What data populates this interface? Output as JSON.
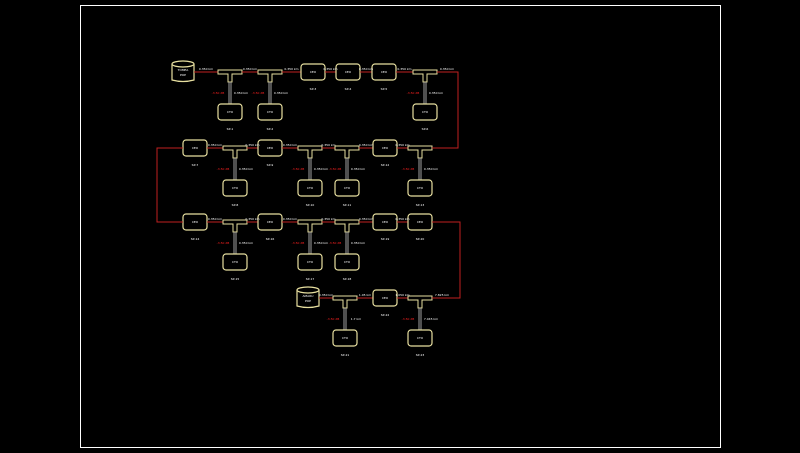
{
  "colors": {
    "background": "#000000",
    "frame": "#ffffff",
    "box": "#e8e0a0",
    "splitter": "#e8e0a0",
    "fiber": "#c02020",
    "drop": "#a0a0a0",
    "label": "#ffffff",
    "loss": "#ff2020"
  },
  "rows": [
    {
      "pop": {
        "name": "TOMEA",
        "sub": "POP"
      },
      "nodes": [
        {
          "type": "splitter",
          "in": "0.350 km",
          "drop_loss": "-3.50 dB",
          "drop_len": "0.350 km",
          "drop_box": "CTO",
          "drop_id": "SP-1"
        },
        {
          "type": "splitter",
          "in": "0.350 km",
          "drop_loss": "-3.50 dB",
          "drop_len": "0.350 km",
          "drop_box": "CTO",
          "drop_id": "SP-2"
        },
        {
          "type": "box",
          "in": "0.350 km",
          "name": "CEO",
          "id": "SP-3"
        },
        {
          "type": "box",
          "in": "0.350 km",
          "name": "CEO",
          "id": "SP-4"
        },
        {
          "type": "box",
          "in": "0.350 km",
          "name": "CEO",
          "id": "SP-5"
        },
        {
          "type": "splitter",
          "in": "0.350 km",
          "drop_loss": "-3.50 dB",
          "drop_len": "0.350 km",
          "drop_box": "CTO",
          "drop_id": "SP-6",
          "out": "0.350 km"
        }
      ]
    },
    {
      "nodes": [
        {
          "type": "box",
          "in": "0.350 km",
          "name": "CEO",
          "id": "SP-7"
        },
        {
          "type": "splitter",
          "in": "0.350 km",
          "drop_loss": "-3.50 dB",
          "drop_len": "0.350 km",
          "drop_box": "CTO",
          "drop_id": "SP-8"
        },
        {
          "type": "box",
          "in": "0.350 km",
          "name": "CEO",
          "id": "SP-9"
        },
        {
          "type": "splitter",
          "in": "0.350 km",
          "drop_loss": "-3.50 dB",
          "drop_len": "0.350 km",
          "drop_box": "CTO",
          "drop_id": "SP-10"
        },
        {
          "type": "splitter",
          "in": "0.350 km",
          "drop_loss": "-3.50 dB",
          "drop_len": "0.350 km",
          "drop_box": "CTO",
          "drop_id": "SP-11"
        },
        {
          "type": "box",
          "in": "0.350 km",
          "name": "CEO",
          "id": "SP-12"
        },
        {
          "type": "splitter",
          "in": "0.350 km",
          "drop_loss": "-3.50 dB",
          "drop_len": "0.350 km",
          "drop_box": "CTO",
          "drop_id": "SP-13"
        }
      ]
    },
    {
      "nodes": [
        {
          "type": "box",
          "in": "0.350 km",
          "name": "CEO",
          "id": "SP-14"
        },
        {
          "type": "splitter",
          "in": "0.350 km",
          "drop_loss": "-3.50 dB",
          "drop_len": "0.350 km",
          "drop_box": "CTO",
          "drop_id": "SP-15"
        },
        {
          "type": "box",
          "in": "0.350 km",
          "name": "CEO",
          "id": "SP-16"
        },
        {
          "type": "splitter",
          "in": "0.350 km",
          "drop_loss": "-3.50 dB",
          "drop_len": "0.350 km",
          "drop_box": "CTO",
          "drop_id": "SP-17"
        },
        {
          "type": "splitter",
          "in": "0.350 km",
          "drop_loss": "-3.50 dB",
          "drop_len": "0.350 km",
          "drop_box": "CTO",
          "drop_id": "SP-18"
        },
        {
          "type": "box",
          "in": "0.350 km",
          "name": "CEO",
          "id": "SP-19"
        },
        {
          "type": "box",
          "in": "0.350 km",
          "name": "CEO",
          "id": "SP-20"
        }
      ]
    },
    {
      "pop": {
        "name": "AMARU",
        "sub": "POP"
      },
      "nodes": [
        {
          "type": "splitter",
          "in": "0.350 km",
          "drop_loss": "-3.50 dB",
          "drop_len": "1.7 km",
          "drop_box": "CTO",
          "drop_id": "SP-21"
        },
        {
          "type": "box",
          "in": "1.05 km",
          "name": "CEO",
          "id": "SP-22"
        },
        {
          "type": "splitter",
          "in": "1.050 km",
          "drop_loss": "-3.50 dB",
          "drop_len": "7.045 km",
          "drop_box": "CTO",
          "drop_id": "SP-23",
          "out": "7.825 km"
        }
      ]
    }
  ]
}
